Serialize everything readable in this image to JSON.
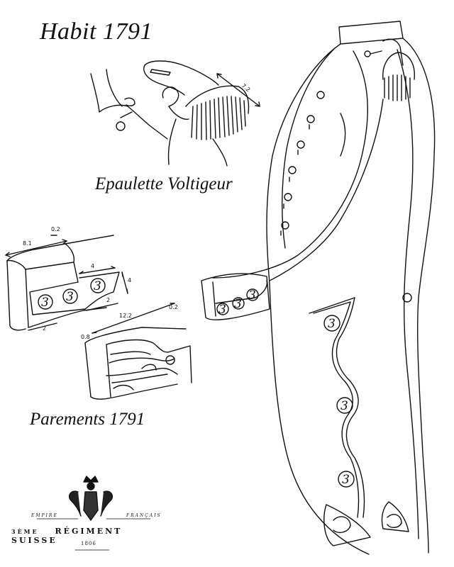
{
  "title": "Habit 1791",
  "captions": {
    "epaulette": "Epaulette Voltigeur",
    "parements": "Parements 1791"
  },
  "measurements": {
    "epaulette_length": "7.2",
    "cuff_width": "8.1",
    "cuff_piping": "0.2",
    "flap_width": "4",
    "flap_height": "4",
    "flap_bottom": "2",
    "cuff_bottom": "2",
    "cuff2_length": "12.2",
    "cuff2_piping": "0.2",
    "cuff2_edge": "0.8"
  },
  "button_number": "3",
  "emblem": {
    "empire": "EMPIRE",
    "francais": "FRANÇAIS",
    "ordinal": "3ÈME",
    "regiment": "RÉGIMENT",
    "suisse": "SUISSE",
    "year": "1806"
  }
}
